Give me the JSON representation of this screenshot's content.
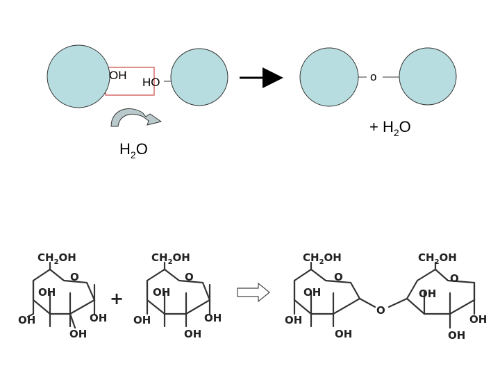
{
  "top_scheme": {
    "left_oh_label": "OH",
    "left_ho_label": "HO",
    "left_water_main": "H",
    "left_water_sub": "2",
    "left_water_tail": "O",
    "right_o_label": "o",
    "right_water_main": "+ H",
    "right_water_sub": "2",
    "right_water_tail": "O",
    "colors": {
      "circle_fill": "#b7dde0",
      "circle_stroke": "#333333",
      "highlight_box": "#cc4444",
      "curved_arrow_fill": "#b9c9cc"
    }
  },
  "bottom_scheme": {
    "ch2oh_main": "CH",
    "ch2oh_sub": "2",
    "ch2oh_tail": "OH",
    "ring_o": "O",
    "oh": "OH",
    "plus": "+",
    "glycosidic_o": "O"
  }
}
